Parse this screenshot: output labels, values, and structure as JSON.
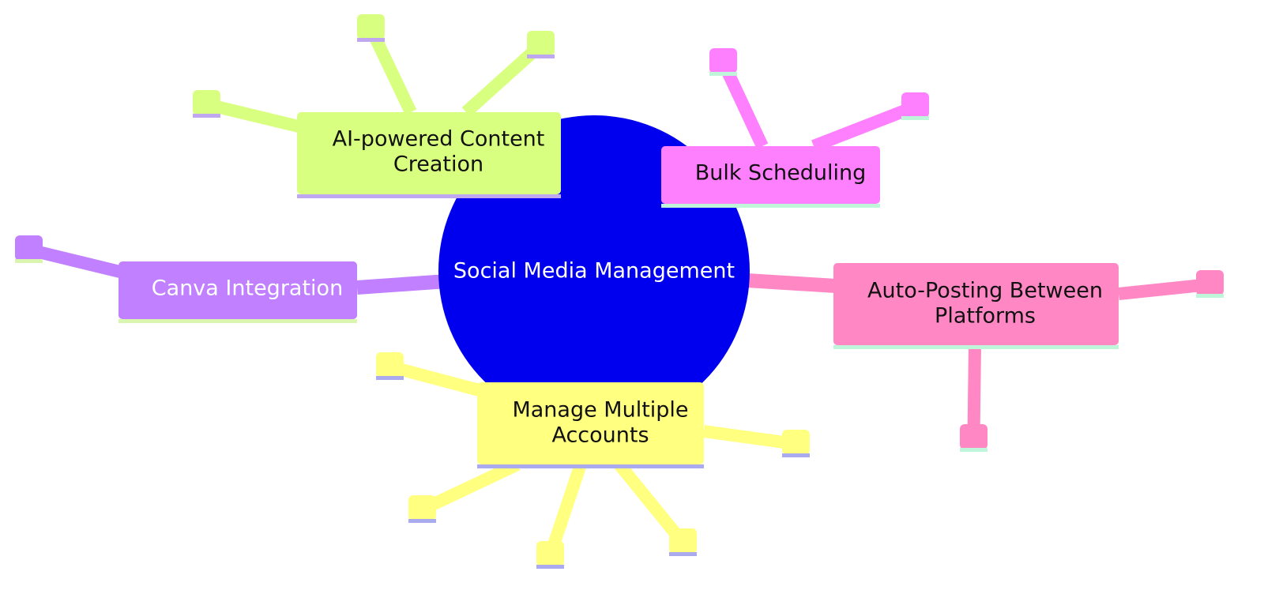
{
  "root": {
    "label": "Social Media Management",
    "color": "#0000ee",
    "text_color": "#ffffff"
  },
  "branches": [
    {
      "id": "ai-content",
      "lines": [
        "AI-powered Content",
        "Creation"
      ],
      "fill": "#d9ff80",
      "underline": "#c0a8f0",
      "text_color": "#111111",
      "leaf_count": 3
    },
    {
      "id": "bulk-scheduling",
      "lines": [
        "Bulk Scheduling"
      ],
      "fill": "#ff80ff",
      "underline": "#bff5d8",
      "text_color": "#111111",
      "leaf_count": 2
    },
    {
      "id": "canva-integration",
      "lines": [
        "Canva Integration"
      ],
      "fill": "#c080ff",
      "underline": "#d9f5b0",
      "text_color": "#ffffff",
      "leaf_count": 1
    },
    {
      "id": "auto-posting",
      "lines": [
        "Auto-Posting Between",
        "Platforms"
      ],
      "fill": "#ff88c4",
      "underline": "#bff5d8",
      "text_color": "#111111",
      "leaf_count": 2
    },
    {
      "id": "multiple-accounts",
      "lines": [
        "Manage Multiple",
        "Accounts"
      ],
      "fill": "#ffff80",
      "underline": "#aaaaee",
      "text_color": "#111111",
      "leaf_count": 5
    }
  ]
}
